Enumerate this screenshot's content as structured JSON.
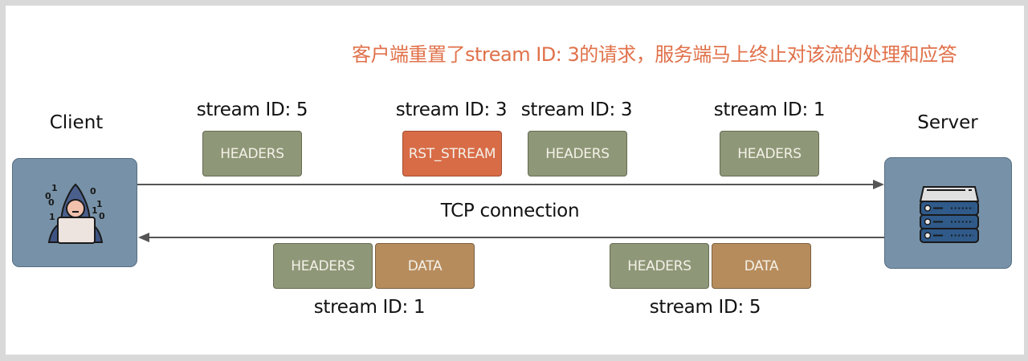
{
  "caption": "客户端重置了stream ID: 3的请求，服务端马上终止对该流的处理和应答",
  "client": {
    "title": "Client",
    "icon": "hacker-laptop-icon"
  },
  "server": {
    "title": "Server",
    "icon": "server-rack-icon"
  },
  "connection_label": "TCP connection",
  "colors": {
    "caption": "#e0714a",
    "node": "#7792a8",
    "headers": "#8e9777",
    "data": "#b78c5d",
    "rst_stream": "#d86c47",
    "arrow": "#555555"
  },
  "request_frames": [
    {
      "stream": "stream ID: 5",
      "frame": "HEADERS",
      "type": "headers"
    },
    {
      "stream": "stream ID: 3",
      "frame": "RST_STREAM",
      "type": "rst"
    },
    {
      "stream": "stream ID: 3",
      "frame": "HEADERS",
      "type": "headers"
    },
    {
      "stream": "stream ID: 1",
      "frame": "HEADERS",
      "type": "headers"
    }
  ],
  "response_groups": [
    {
      "stream": "stream ID: 1",
      "frames": [
        "HEADERS",
        "DATA"
      ]
    },
    {
      "stream": "stream ID: 5",
      "frames": [
        "HEADERS",
        "DATA"
      ]
    }
  ]
}
